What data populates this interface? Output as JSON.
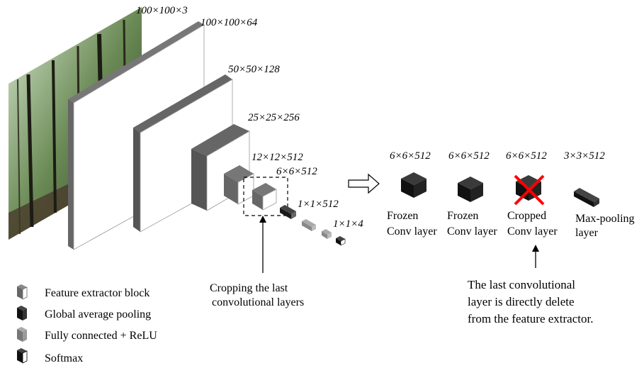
{
  "dimensions": {
    "input": "100×100×3",
    "block1": "100×100×64",
    "block2": "50×50×128",
    "block3": "25×25×256",
    "block4": "12×12×512",
    "block5": "6×6×512",
    "gap": "1×1×512",
    "fc_out": "1×1×4"
  },
  "cropping_label": [
    "Cropping the last",
    "convolutional layers"
  ],
  "detail": {
    "layers": [
      {
        "dim": "6×6×512",
        "label": [
          "Frozen",
          "Conv layer"
        ]
      },
      {
        "dim": "6×6×512",
        "label": [
          "Frozen",
          "Conv layer"
        ]
      },
      {
        "dim": "6×6×512",
        "label": [
          "Cropped",
          "Conv layer"
        ]
      },
      {
        "dim": "3×3×512",
        "label": [
          "Max-pooling",
          "layer"
        ]
      }
    ],
    "note": [
      "The last convolutional",
      "layer is directly delete",
      "from the feature extractor."
    ]
  },
  "legend": [
    {
      "label": "Feature extractor block",
      "icon": "feature-extractor-block-icon"
    },
    {
      "label": "Global average pooling",
      "icon": "global-average-pooling-icon"
    },
    {
      "label": "Fully connected + ReLU",
      "icon": "fully-connected-relu-icon"
    },
    {
      "label": "Softmax",
      "icon": "softmax-icon"
    }
  ],
  "colors": {
    "block_side": "#666666",
    "block_top": "#555555",
    "gap_block": "#1a1a1a",
    "fc_block": "#888888",
    "cross": "#ff0000"
  }
}
